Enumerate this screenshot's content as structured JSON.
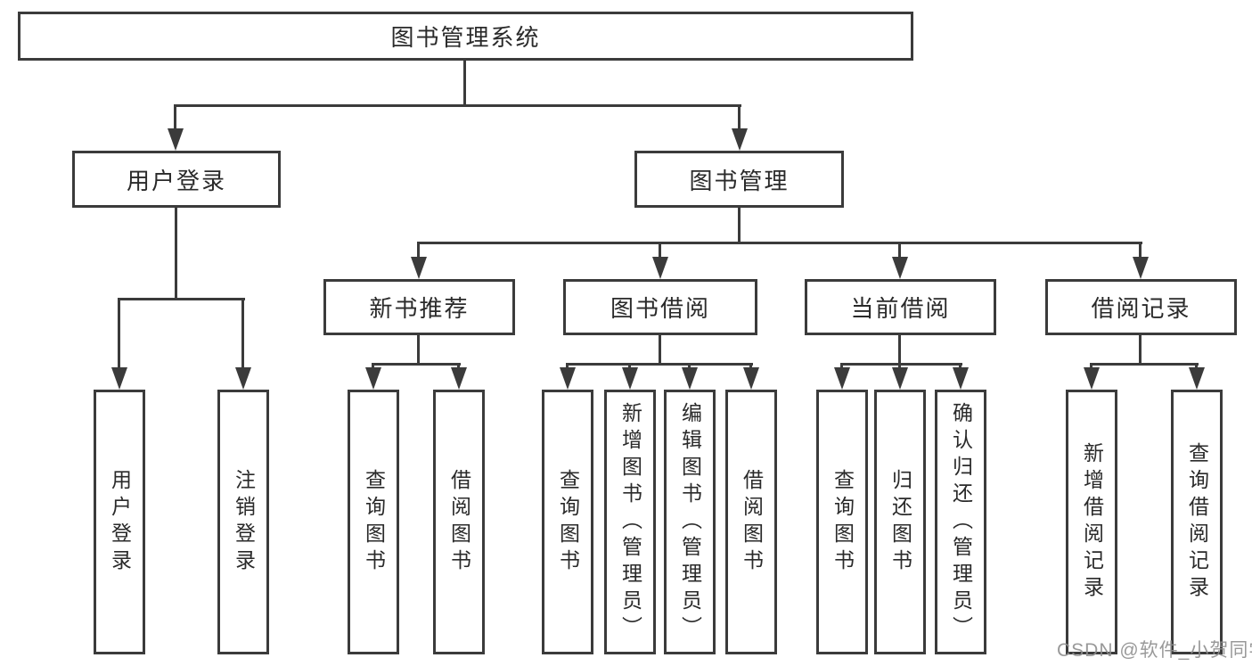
{
  "tree": {
    "label": "图书管理系统",
    "children": [
      {
        "label": "用户登录",
        "children": [
          {
            "label": "用户登录"
          },
          {
            "label": "注销登录"
          }
        ]
      },
      {
        "label": "图书管理",
        "children": [
          {
            "label": "新书推荐",
            "children": [
              {
                "label": "查询图书"
              },
              {
                "label": "借阅图书"
              }
            ]
          },
          {
            "label": "图书借阅",
            "children": [
              {
                "label": "查询图书"
              },
              {
                "label": "新增图书（管理员）"
              },
              {
                "label": "编辑图书（管理员）"
              },
              {
                "label": "借阅图书"
              }
            ]
          },
          {
            "label": "当前借阅",
            "children": [
              {
                "label": "查询图书"
              },
              {
                "label": "归还图书"
              },
              {
                "label": "确认归还（管理员）"
              }
            ]
          },
          {
            "label": "借阅记录",
            "children": [
              {
                "label": "新增借阅记录"
              },
              {
                "label": "查询借阅记录"
              }
            ]
          }
        ]
      }
    ]
  },
  "watermark": "CSDN @软件_小贺同学",
  "colors": {
    "line": "#3b3b3b",
    "text": "#2a2a2a",
    "watermark": "#8f8f8f",
    "background": "#ffffff"
  }
}
